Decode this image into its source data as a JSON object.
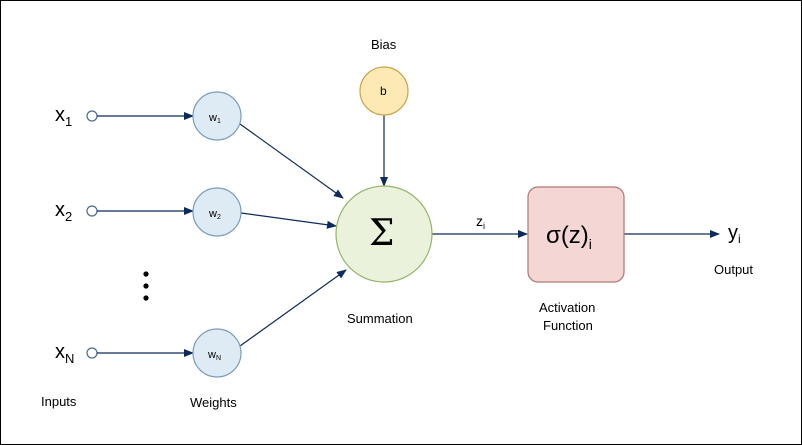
{
  "colors": {
    "line": "#0d2a5e",
    "weight_fill": "#deebf4",
    "weight_stroke": "#7a9cba",
    "bias_fill": "#fde9b3",
    "bias_stroke": "#c8a24a",
    "sum_fill": "#eaf2dc",
    "sum_stroke": "#95b36b",
    "act_fill": "#f4d6d4",
    "act_stroke": "#b27672"
  },
  "inputs": [
    {
      "base": "x",
      "sub": "1"
    },
    {
      "base": "x",
      "sub": "2"
    },
    {
      "base": "x",
      "sub": "N"
    }
  ],
  "weights": [
    {
      "base": "w",
      "sub": "1"
    },
    {
      "base": "w",
      "sub": "2"
    },
    {
      "base": "w",
      "sub": "N"
    }
  ],
  "bias": {
    "title": "Bias",
    "symbol": "b"
  },
  "summation": {
    "symbol": "Σ",
    "label": "Summation"
  },
  "z": {
    "base": "z",
    "sub": "i"
  },
  "activation": {
    "symbol": "σ(z)",
    "sub": "i",
    "label_line1": "Activation",
    "label_line2": "Function"
  },
  "output": {
    "base": "y",
    "sub": "i",
    "label": "Output"
  },
  "labels": {
    "inputs": "Inputs",
    "weights": "Weights"
  }
}
